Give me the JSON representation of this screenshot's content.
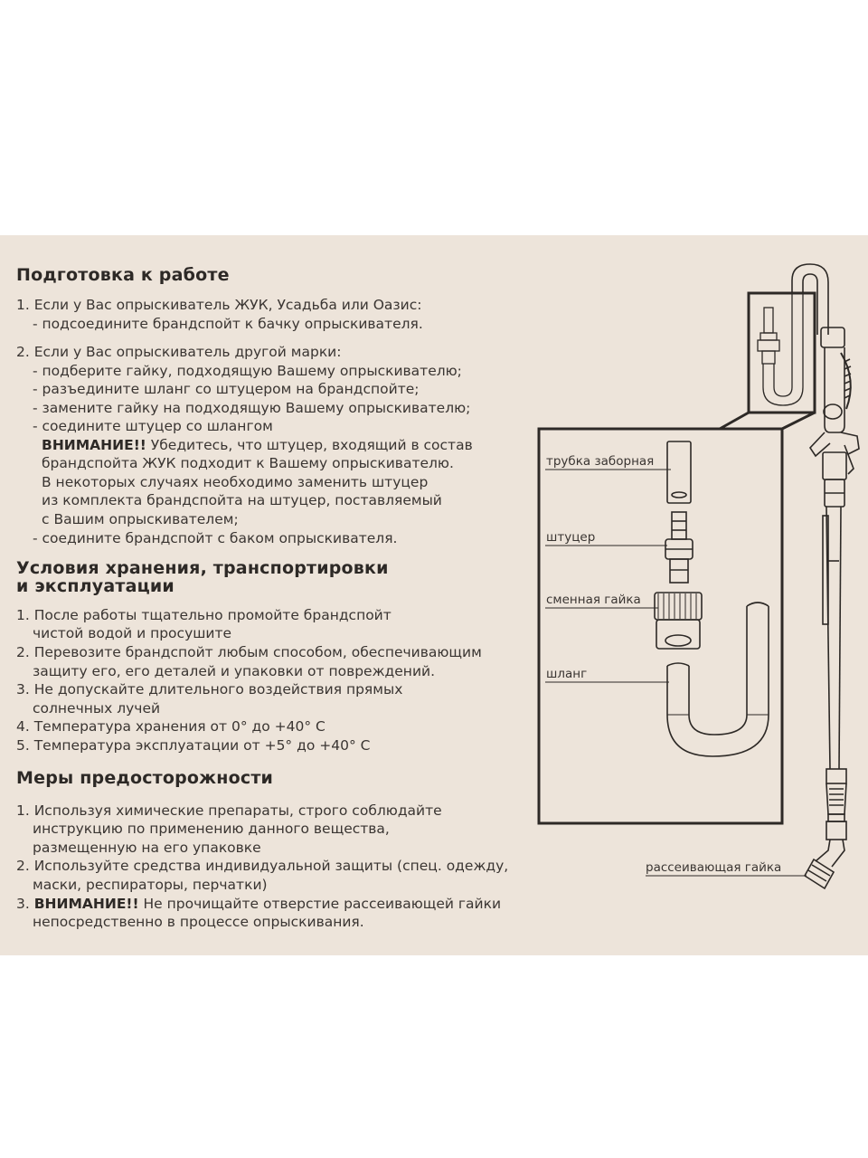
{
  "section1": {
    "title": "Подготовка к работе",
    "lines": [
      "1. Если у Вас опрыскиватель ЖУК, Усадьба или Оазис:",
      "- подсоедините брандспойт к бачку опрыскивателя.",
      "2. Если у Вас опрыскиватель другой марки:",
      "- подберите гайку, подходящую Вашему опрыскивателю;",
      "- разъедините шланг со штуцером на брандспойте;",
      "- замените гайку на подходящую Вашему опрыскивателю;",
      "- соедините штуцер со шлангом",
      "ВНИМАНИЕ!!",
      " Убедитесь, что штуцер, входящий в состав",
      "брандспойта ЖУК подходит к Вашему опрыскивателю.",
      "В некоторых случаях необходимо заменить штуцер",
      "из комплекта брандспойта на штуцер, поставляемый",
      "с Вашим опрыскивателем;",
      "- соедините брандспойт с баком опрыскивателя."
    ]
  },
  "section2": {
    "title_line1": "Условия хранения, транспортировки",
    "title_line2": "и эксплуатации",
    "lines": [
      "1. После работы тщательно промойте брандспойт",
      "чистой водой и просушите",
      "2. Перевозите брандспойт любым способом, обеспечивающим",
      "защиту его, его деталей и упаковки от повреждений.",
      "3. Не допускайте длительного воздействия прямых",
      "солнечных лучей",
      "4. Температура хранения от 0° до +40° С",
      "5. Температура эксплуатации от +5° до +40° С"
    ]
  },
  "section3": {
    "title": "Меры предосторожности",
    "lines": [
      "1. Используя химические препараты, строго соблюдайте",
      "инструкцию по применению данного вещества,",
      "размещенную на его упаковке",
      "2. Используйте средства индивидуальной защиты (спец. одежду,",
      "маски, респираторы, перчатки)",
      "3. ",
      "ВНИМАНИЕ!!",
      " Не прочищайте отверстие рассеивающей гайки",
      "непосредственно в процессе опрыскивания."
    ]
  },
  "diagram": {
    "labels": {
      "intake_tube": "трубка заборная",
      "fitting": "штуцер",
      "replaceable_nut": "сменная гайка",
      "hose": "шланг",
      "spray_nut": "рассеивающая гайка"
    }
  },
  "colors": {
    "paper": "#ede4da",
    "ink": "#2d2926",
    "page": "#ffffff"
  }
}
